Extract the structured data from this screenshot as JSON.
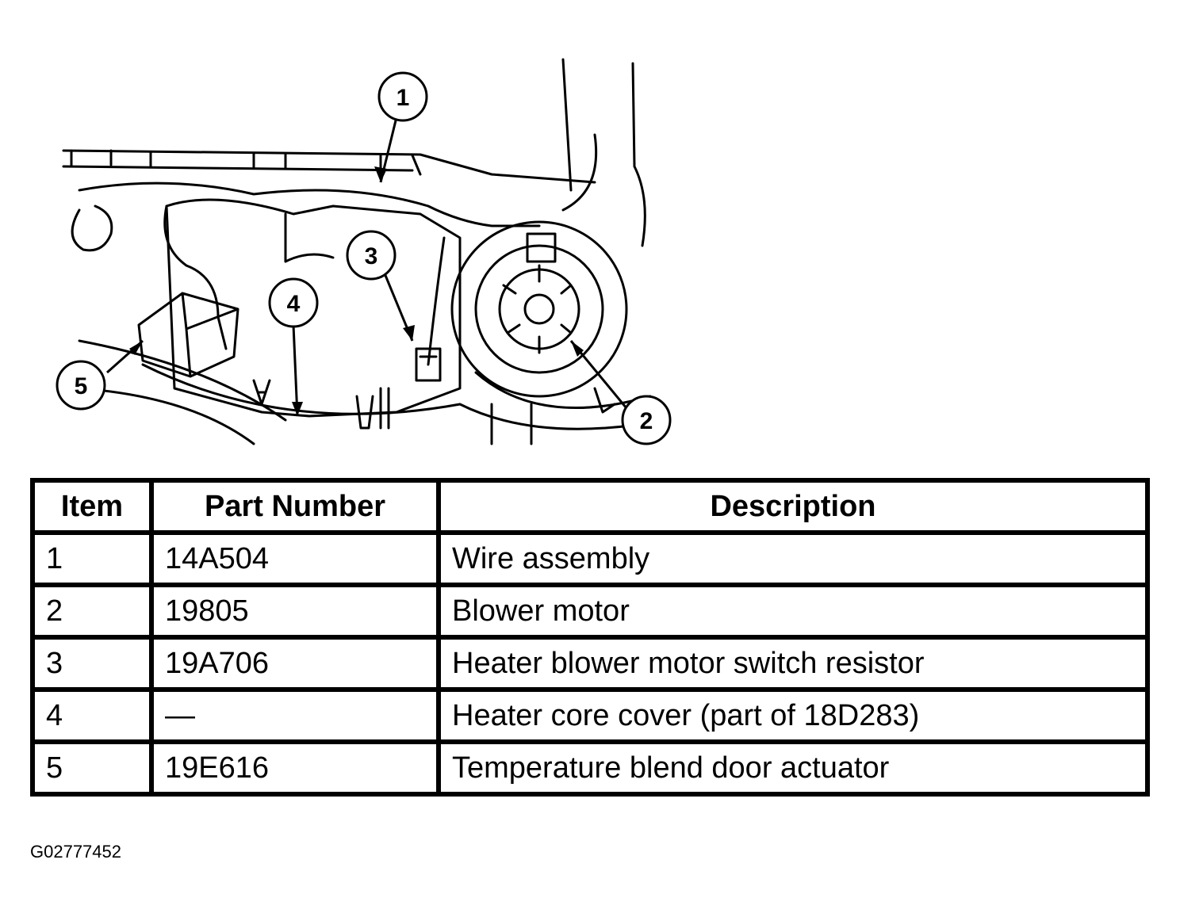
{
  "callouts": [
    "1",
    "2",
    "3",
    "4",
    "5"
  ],
  "table": {
    "headers": [
      "Item",
      "Part Number",
      "Description"
    ],
    "rows": [
      {
        "item": "1",
        "part_number": "14A504",
        "description": "Wire assembly"
      },
      {
        "item": "2",
        "part_number": "19805",
        "description": "Blower motor"
      },
      {
        "item": "3",
        "part_number": "19A706",
        "description": "Heater blower motor switch resistor"
      },
      {
        "item": "4",
        "part_number": "—",
        "description": "Heater core cover (part of 18D283)"
      },
      {
        "item": "5",
        "part_number": "19E616",
        "description": "Temperature blend door actuator"
      }
    ]
  },
  "figure_id": "G02777452"
}
